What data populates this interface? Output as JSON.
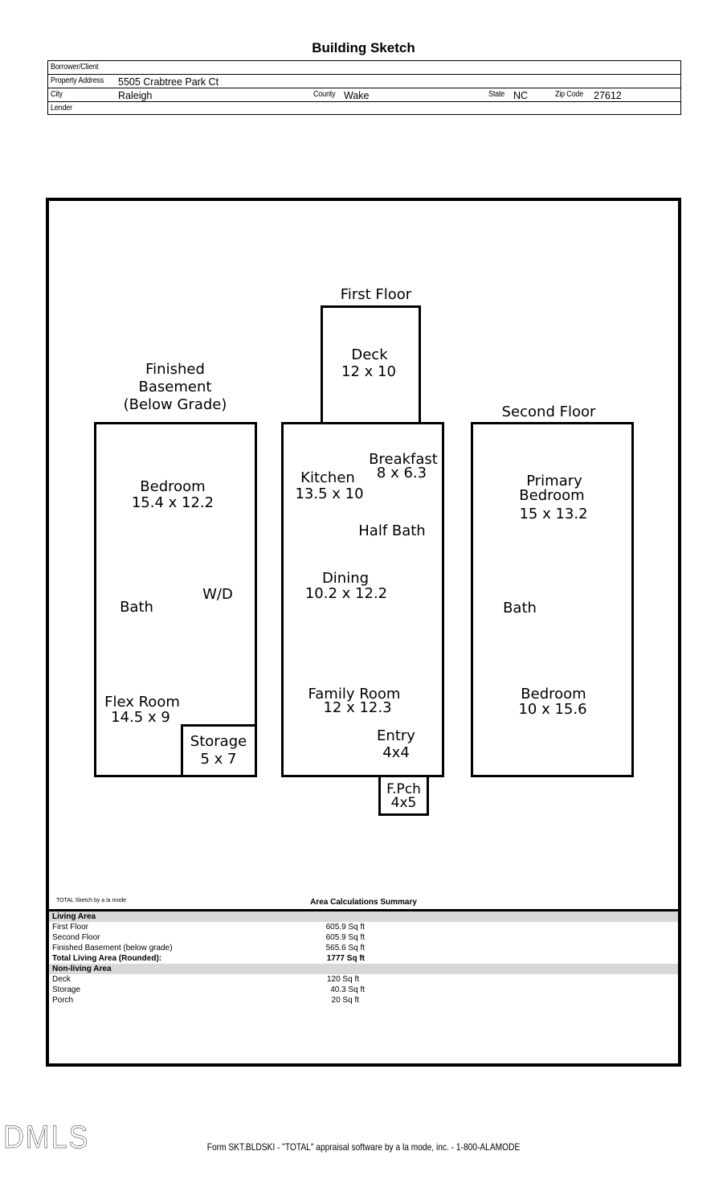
{
  "title": "Building Sketch",
  "header": {
    "borrower_label": "Borrower/Client",
    "borrower_value": "",
    "address_label": "Property Address",
    "address_value": "5505 Crabtree Park Ct",
    "city_label": "City",
    "city_value": "Raleigh",
    "county_label": "County",
    "county_value": "Wake",
    "state_label": "State",
    "state_value": "NC",
    "zip_label": "Zip Code",
    "zip_value": "27612",
    "lender_label": "Lender",
    "lender_value": ""
  },
  "sketch": {
    "basement": {
      "heading_1": "Finished",
      "heading_2": "Basement",
      "heading_3": "(Below Grade)",
      "bedroom": "Bedroom",
      "bedroom_dim": "15.4 x 12.2",
      "bath": "Bath",
      "wd": "W/D",
      "flex": "Flex Room",
      "flex_dim": "14.5 x 9",
      "storage": "Storage",
      "storage_dim": "5 x 7"
    },
    "first": {
      "heading": "First Floor",
      "deck": "Deck",
      "deck_dim": "12 x 10",
      "kitchen": "Kitchen",
      "kitchen_dim": "13.5 x 10",
      "breakfast": "Breakfast",
      "breakfast_dim": "8 x 6.3",
      "half_bath": "Half Bath",
      "dining": "Dining",
      "dining_dim": "10.2 x 12.2",
      "family": "Family Room",
      "family_dim": "12 x 12.3",
      "entry": "Entry",
      "entry_dim": "4x4",
      "porch": "F.Pch",
      "porch_dim": "4x5"
    },
    "second": {
      "heading": "Second Floor",
      "primary_1": "Primary",
      "primary_2": "Bedroom",
      "primary_dim": "15 x 13.2",
      "bath": "Bath",
      "bedroom": "Bedroom",
      "bedroom_dim": "10 x 15.6"
    }
  },
  "credit": "TOTAL Sketch by a la mode",
  "summary": {
    "title": "Area Calculations Summary",
    "living_head": "Living Area",
    "first_label": "First Floor",
    "first_value": "605.9 Sq ft",
    "second_label": "Second Floor",
    "second_value": "605.9 Sq ft",
    "basement_label": "Finished Basement (below grade)",
    "basement_value": "565.6 Sq ft",
    "total_label": "Total Living Area (Rounded):",
    "total_value": "1777 Sq ft",
    "nonliving_head": "Non-living Area",
    "deck_label": "Deck",
    "deck_value": "120 Sq ft",
    "storage_label": "Storage",
    "storage_value": "40.3 Sq ft",
    "porch_label": "Porch",
    "porch_value": "20 Sq ft"
  },
  "footer": "Form SKT.BLDSKI - \"TOTAL\" appraisal software by a la mode, inc. - 1-800-ALAMODE",
  "logo": "DMLS"
}
